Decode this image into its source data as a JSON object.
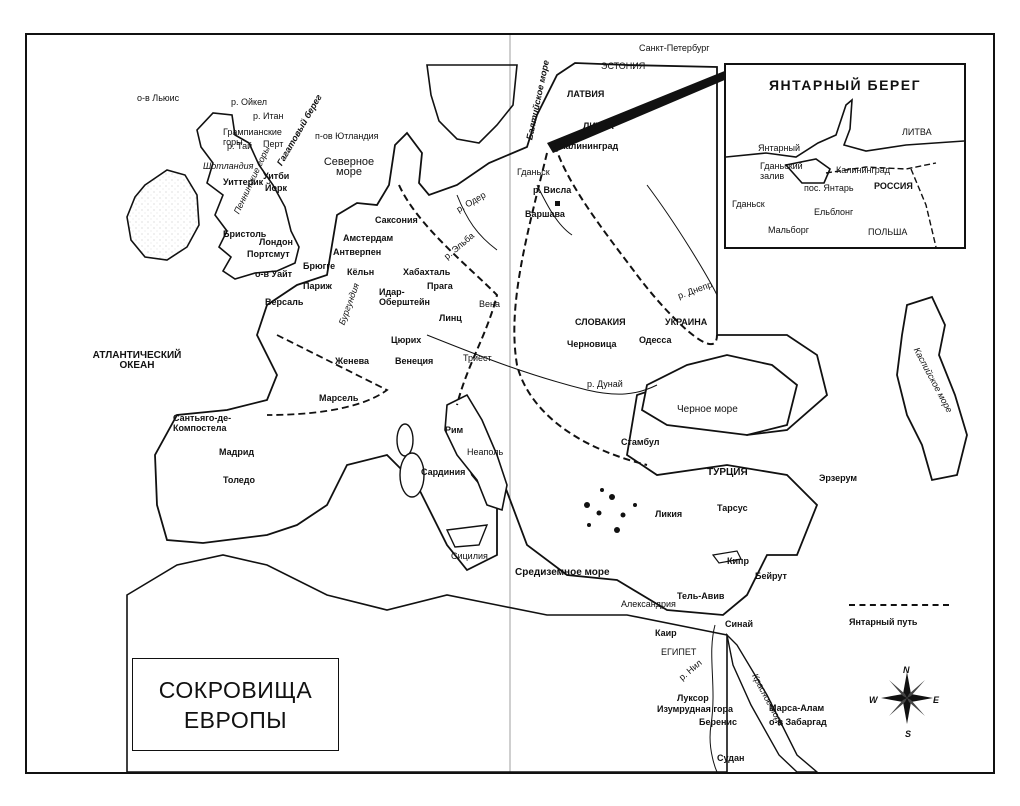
{
  "title": {
    "line1": "СОКРОВИЩА",
    "line2": "ЕВРОПЫ"
  },
  "inset": {
    "title": "ЯНТАРНЫЙ БЕРЕГ",
    "labels": [
      "Янтарный",
      "Калининград",
      "Гданьский залив",
      "пос. Янтарь",
      "РОССИЯ",
      "ЛИТВА",
      "Гданьск",
      "Ельблонг",
      "Мальборг",
      "ПОЛЬША"
    ]
  },
  "legend": {
    "label": "Янтарный путь"
  },
  "compass": {
    "n": "N",
    "s": "S",
    "w": "W",
    "e": "E"
  },
  "map": {
    "countries": [
      "ЭСТОНИЯ",
      "ЛАТВИЯ",
      "ЛИТВА",
      "СЛОВАКИЯ",
      "УКРАИНА",
      "ТУРЦИЯ",
      "ЕГИПЕТ"
    ],
    "seas": [
      "Северное море",
      "АТЛАНТИЧЕСКИЙ ОКЕАН",
      "Черное море",
      "Средиземное море",
      "Каспийское море",
      "Балтийское море",
      "Красное море"
    ],
    "regions": [
      "Саксония",
      "Бургундия",
      "п-ов Ютландия",
      "Сардиния",
      "Сицилия",
      "Ликия",
      "Синай",
      "Изумрудная гора",
      "Грампианские горы",
      "Пеннинские горы",
      "Шотландия"
    ],
    "islands": [
      "о-в Льюис",
      "о-в Уайт",
      "о-в Забаргад"
    ],
    "rivers": [
      "р. Ойкел",
      "р. Итан",
      "р. Тай",
      "р. Одер",
      "р. Эльба",
      "р. Висла",
      "р. Днепр",
      "р. Дунай",
      "р. Нил"
    ],
    "coast": [
      "Гагатовый берег"
    ],
    "cities": [
      "Санкт-Петербург",
      "Калининград",
      "Гданьск",
      "Варшава",
      "Перт",
      "Уитби",
      "Йорк",
      "Бристоль",
      "Лондон",
      "Портсмут",
      "Амстердам",
      "Антверпен",
      "Брюгге",
      "Кёльн",
      "Хабахталь",
      "Прага",
      "Идар-Оберштейн",
      "Париж",
      "Версаль",
      "Цюрих",
      "Женева",
      "Венеция",
      "Вена",
      "Линц",
      "Триест",
      "Черновица",
      "Одесса",
      "Марсель",
      "Сантьяго-де-Компостела",
      "Мадрид",
      "Толедо",
      "Рим",
      "Неаполь",
      "Стамбул",
      "Эрзерум",
      "Тарсус",
      "Кипр",
      "Бейрут",
      "Тель-Авив",
      "Александрия",
      "Каир",
      "Луксор",
      "Беренис",
      "Марса-Алам",
      "Судан",
      "Уиттерик"
    ]
  }
}
